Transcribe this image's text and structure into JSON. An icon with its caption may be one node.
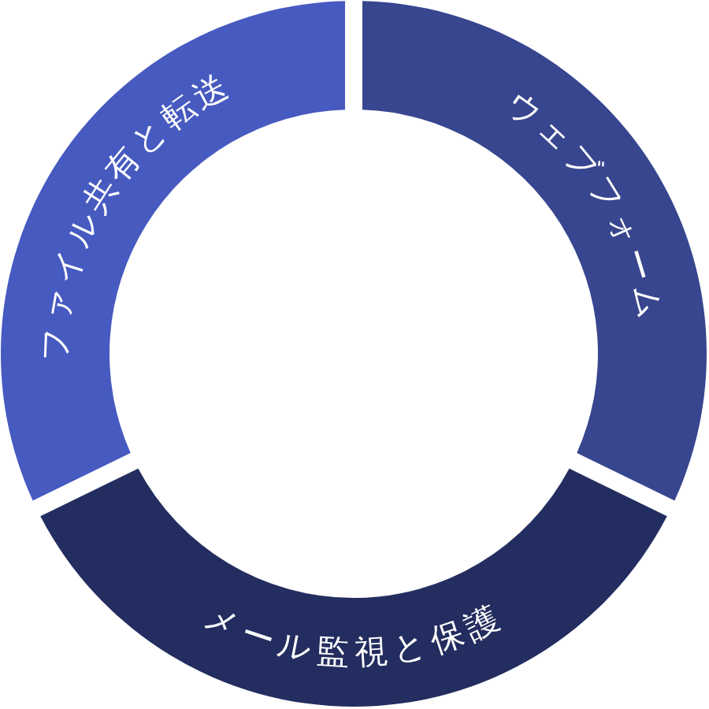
{
  "diagram": {
    "nodes": [
      {
        "text": [
          "ファイル共有と転送"
        ]
      },
      {
        "text": [
          "ウェブフォーム"
        ]
      },
      {
        "text": [
          "メール監視と保護"
        ]
      }
    ]
  }
}
